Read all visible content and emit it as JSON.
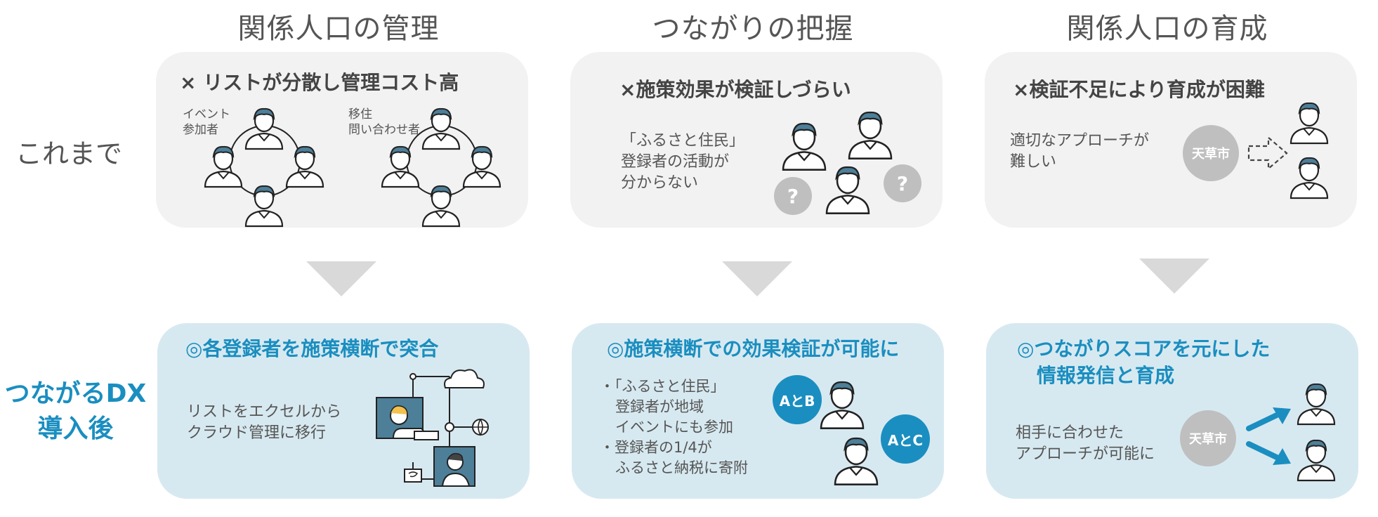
{
  "columns": [
    {
      "title": "関係人口の管理",
      "before": {
        "heading": "× リストが分散し管理コスト高",
        "group1_label_line1": "イベント",
        "group1_label_line2": "参加者",
        "group2_label_line1": "移住",
        "group2_label_line2": "問い合わせ者"
      },
      "after": {
        "heading": "◎各登録者を施策横断で突合",
        "text_line1": "リストをエクセルから",
        "text_line2": "クラウド管理に移行"
      }
    },
    {
      "title": "つながりの把握",
      "before": {
        "heading": "×施策効果が検証しづらい",
        "text_line1": "「ふるさと住民」",
        "text_line2": "登録者の活動が",
        "text_line3": "分からない",
        "bubble_left": "?",
        "bubble_right": "?"
      },
      "after": {
        "heading": "◎施策横断での効果検証が可能に",
        "text_line1": "・「ふるさと住民」",
        "text_line2": "登録者が地域",
        "text_line3": "イベントにも参加",
        "text_line4": "・登録者の1/4が",
        "text_line5": "ふるさと納税に寄附",
        "bubble_top": "AとB",
        "bubble_bottom": "AとC"
      }
    },
    {
      "title": "関係人口の育成",
      "before": {
        "heading": "×検証不足により育成が困難",
        "text_line1": "適切なアプローチが",
        "text_line2": "難しい",
        "city": "天草市"
      },
      "after": {
        "heading_line1": "◎つながりスコアを元にした",
        "heading_line2": "情報発信と育成",
        "text_line1": "相手に合わせた",
        "text_line2": "アプローチが可能に",
        "city": "天草市"
      }
    }
  ],
  "rows": {
    "before_label": "これまで",
    "after_label_line1": "つながるDX",
    "after_label_line2": "導入後"
  },
  "colors": {
    "accent_blue": "#1a8ec0",
    "card_before_bg": "#f2f2f2",
    "card_after_bg": "#d7e9f0",
    "gray_circle": "#bfbfbf",
    "person_hair": "#4d7f99"
  }
}
